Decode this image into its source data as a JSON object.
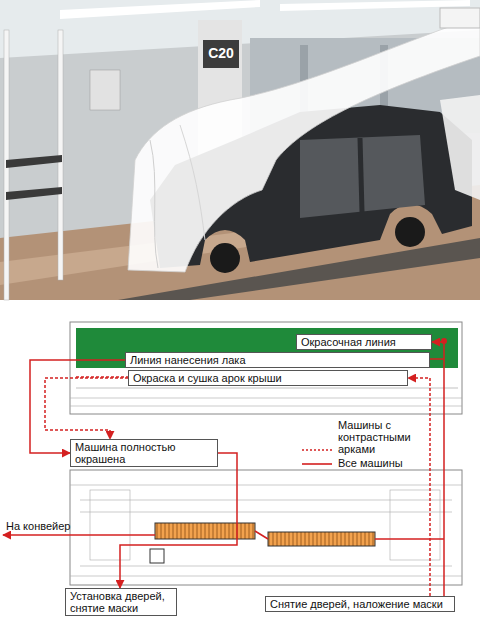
{
  "diagram": {
    "nodes": [
      {
        "text": [
          "Окрасочная линия"
        ]
      },
      {
        "text": [
          "Линия нанесения лака"
        ]
      },
      {
        "text": [
          "Окраска и сушка арок крыши"
        ]
      },
      {
        "text": [
          "Машина полностью окрашена"
        ]
      },
      {
        "text": [
          "Установка дверей, снятие маски"
        ]
      },
      {
        "text": [
          "Снятие дверей, наложение маски"
        ]
      }
    ],
    "edges": [
      {
        "from": 5,
        "to": 0,
        "arrow": "to"
      },
      {
        "from": 1,
        "to": 3,
        "arrow": "to"
      },
      {
        "from": 2,
        "to": 3,
        "arrow": "to"
      },
      {
        "from": 3,
        "to": 4,
        "arrow": "to"
      },
      {
        "from": 5,
        "to": 2,
        "arrow": "to"
      }
    ],
    "labels": [
      "C20",
      "На конвейер"
    ],
    "legend": [
      {
        "text": "Машины с контрастными арками"
      },
      {
        "text": "Все машины"
      }
    ]
  }
}
